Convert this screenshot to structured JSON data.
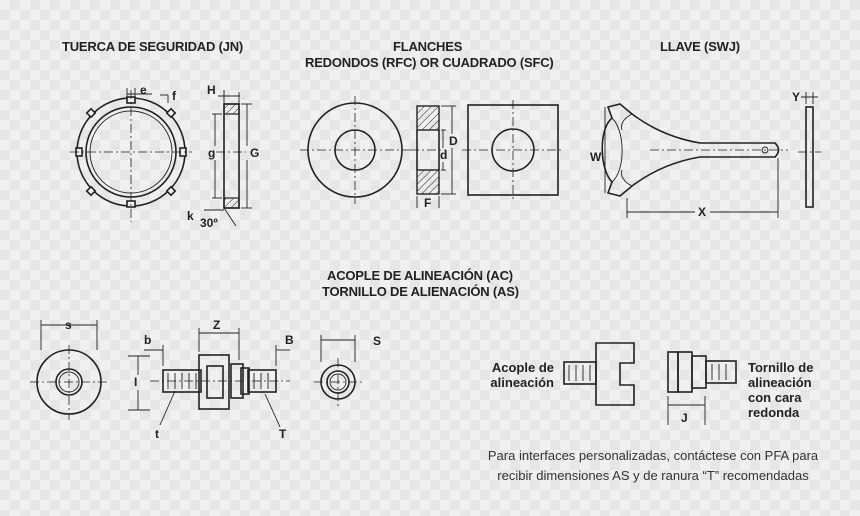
{
  "titles": {
    "jn": "TUERCA DE SEGURIDAD (JN)",
    "flanges_l1": "FLANCHES",
    "flanges_l2": "REDONDOS (RFC) OR CUADRADO (SFC)",
    "swj": "LLAVE (SWJ)",
    "ac_l1": "ACOPLE DE ALINEACIÓN (AC)",
    "ac_l2": "TORNILLO DE ALIENACIÓN (AS)"
  },
  "dimension_labels": {
    "e": "e",
    "f": "f",
    "H": "H",
    "g": "g",
    "G": "G",
    "k": "k",
    "angle": "30º",
    "D": "D",
    "d": "d",
    "F": "F",
    "Y": "Y",
    "W": "W",
    "X": "X",
    "s": "s",
    "b": "b",
    "Z": "Z",
    "B": "B",
    "I": "I",
    "t": "t",
    "T": "T",
    "S": "S",
    "J": "J"
  },
  "legend": {
    "coupling": [
      "Acople de",
      "alineación"
    ],
    "screw": [
      "Tornillo de",
      "alineación",
      "con cara",
      "redonda"
    ]
  },
  "note": [
    "Para interfaces personalizadas, contáctese con  PFA para",
    "recibir dimensiones AS y de ranura “T” recomendadas"
  ],
  "colors": {
    "line": "#222222",
    "background": "#f0f0f0"
  }
}
